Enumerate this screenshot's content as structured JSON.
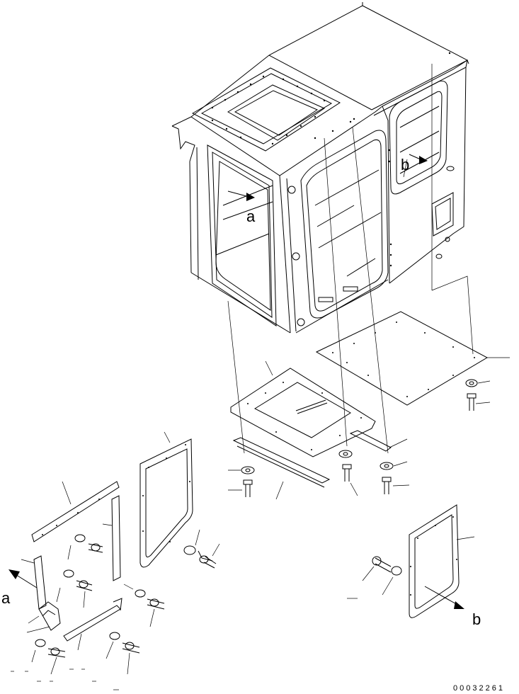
{
  "labels": {
    "view_a_upper": "a",
    "view_b_upper": "b",
    "view_a_lower": "a",
    "view_b_lower": "b"
  },
  "drawing_code": "00032261",
  "colors": {
    "ink": "#000000",
    "paper": "#ffffff"
  }
}
